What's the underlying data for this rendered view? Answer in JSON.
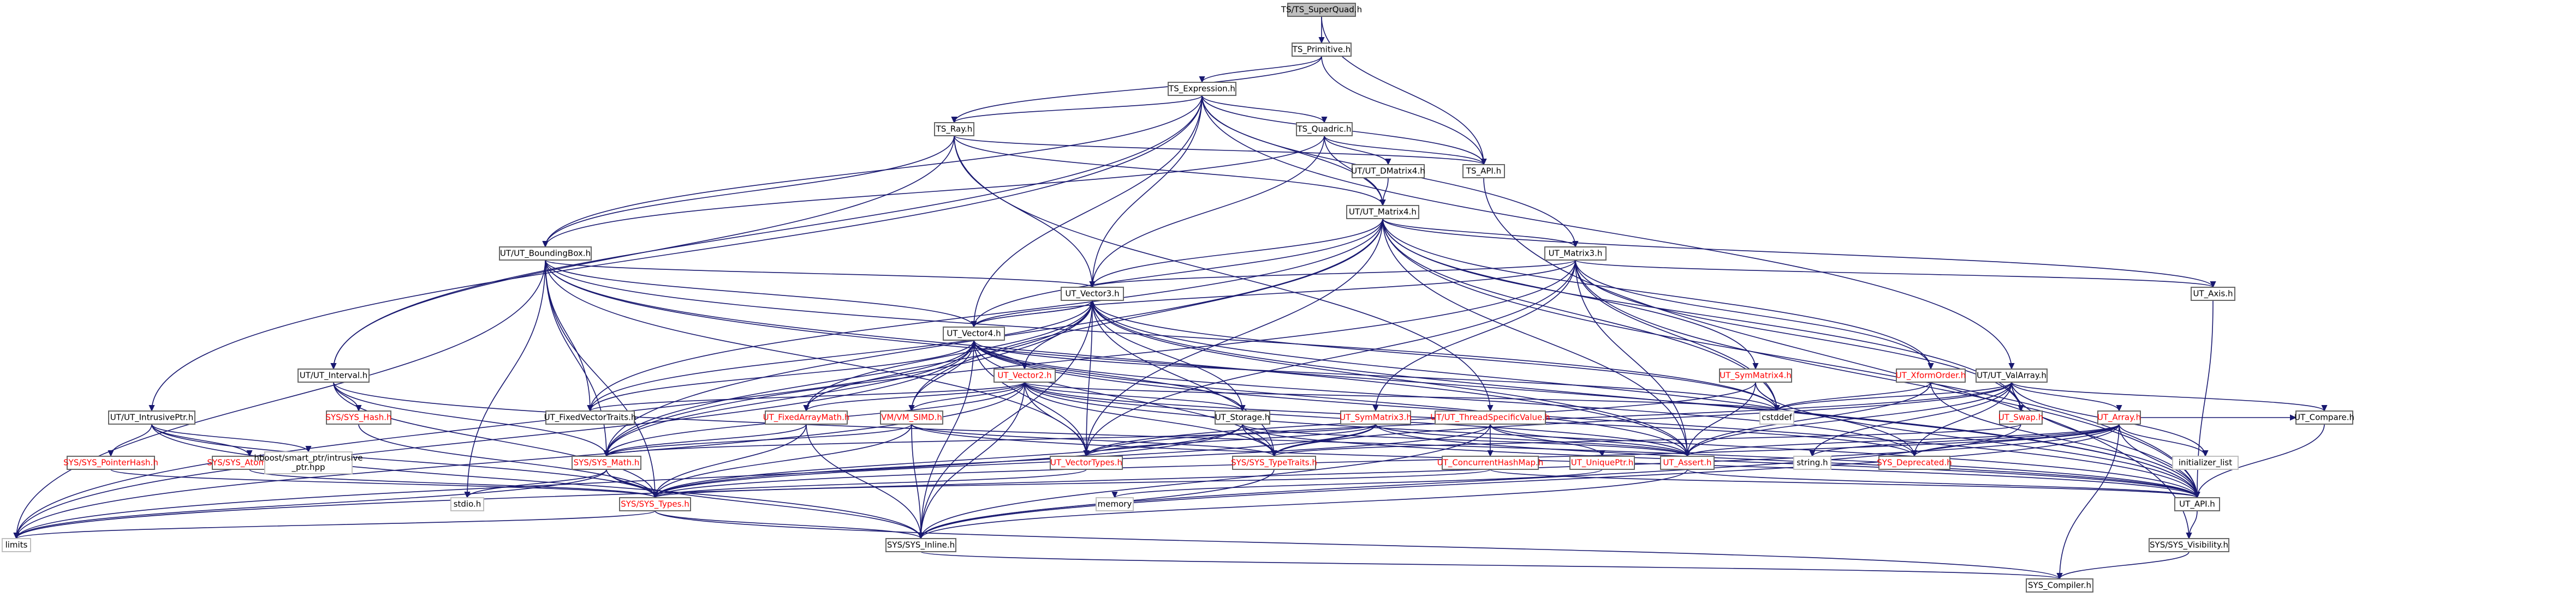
{
  "nodes": [
    {
      "id": "superquad",
      "label": "TS/TS_SuperQuad.h",
      "color": "black",
      "root": true
    },
    {
      "id": "primitive",
      "label": "TS_Primitive.h",
      "color": "black"
    },
    {
      "id": "expression",
      "label": "TS_Expression.h",
      "color": "black"
    },
    {
      "id": "ray",
      "label": "TS_Ray.h",
      "color": "black"
    },
    {
      "id": "quadric",
      "label": "TS_Quadric.h",
      "color": "black"
    },
    {
      "id": "tsapi",
      "label": "TS_API.h",
      "color": "black"
    },
    {
      "id": "dmatrix4",
      "label": "UT/UT_DMatrix4.h",
      "color": "black"
    },
    {
      "id": "matrix4",
      "label": "UT/UT_Matrix4.h",
      "color": "black"
    },
    {
      "id": "boundingbox",
      "label": "UT/UT_BoundingBox.h",
      "color": "black"
    },
    {
      "id": "matrix3",
      "label": "UT_Matrix3.h",
      "color": "black"
    },
    {
      "id": "vector3",
      "label": "UT_Vector3.h",
      "color": "black"
    },
    {
      "id": "axis",
      "label": "UT_Axis.h",
      "color": "black"
    },
    {
      "id": "vector4",
      "label": "UT_Vector4.h",
      "color": "black"
    },
    {
      "id": "interval",
      "label": "UT/UT_Interval.h",
      "color": "black"
    },
    {
      "id": "intrusiveptr",
      "label": "UT/UT_IntrusivePtr.h",
      "color": "black"
    },
    {
      "id": "syshash",
      "label": "SYS/SYS_Hash.h",
      "color": "red"
    },
    {
      "id": "vector2",
      "label": "UT_Vector2.h",
      "color": "red"
    },
    {
      "id": "symmatrix4",
      "label": "UT_SymMatrix4.h",
      "color": "red"
    },
    {
      "id": "xformorder",
      "label": "UT_XformOrder.h",
      "color": "red"
    },
    {
      "id": "valarray",
      "label": "UT/UT_ValArray.h",
      "color": "black"
    },
    {
      "id": "fixedvectortraits",
      "label": "UT_FixedVectorTraits.h",
      "color": "black"
    },
    {
      "id": "fixedarraymath",
      "label": "UT_FixedArrayMath.h",
      "color": "red"
    },
    {
      "id": "vmsimd",
      "label": "VM/VM_SIMD.h",
      "color": "red"
    },
    {
      "id": "storage",
      "label": "UT_Storage.h",
      "color": "black"
    },
    {
      "id": "symmatrix3",
      "label": "UT_SymMatrix3.h",
      "color": "red"
    },
    {
      "id": "threadspecific",
      "label": "UT/UT_ThreadSpecificValue.h",
      "color": "red"
    },
    {
      "id": "offsetof",
      "label": "cstddef",
      "color": "black",
      "plain": true
    },
    {
      "id": "swap",
      "label": "UT_Swap.h",
      "color": "red"
    },
    {
      "id": "array",
      "label": "UT_Array.h",
      "color": "red"
    },
    {
      "id": "compare",
      "label": "UT_Compare.h",
      "color": "black"
    },
    {
      "id": "pointerhash",
      "label": "SYS/SYS_PointerHash.h",
      "color": "red"
    },
    {
      "id": "atomicint",
      "label": "SYS/SYS_AtomicInt.h",
      "color": "red"
    },
    {
      "id": "boostptr",
      "label": "hboost/smart_ptr/intrusive\n_ptr.hpp",
      "color": "black",
      "plain": true
    },
    {
      "id": "sysmath",
      "label": "SYS/SYS_Math.h",
      "color": "red"
    },
    {
      "id": "vectortypes",
      "label": "UT_VectorTypes.h",
      "color": "red"
    },
    {
      "id": "typetraits",
      "label": "SYS/SYS_TypeTraits.h",
      "color": "red"
    },
    {
      "id": "concurrenthashmap",
      "label": "UT_ConcurrentHashMap.h",
      "color": "red"
    },
    {
      "id": "uniqueptr",
      "label": "UT_UniquePtr.h",
      "color": "red"
    },
    {
      "id": "utassert",
      "label": "UT_Assert.h",
      "color": "red"
    },
    {
      "id": "string",
      "label": "string.h",
      "color": "black",
      "plain": true
    },
    {
      "id": "deprecated",
      "label": "SYS_Deprecated.h",
      "color": "red"
    },
    {
      "id": "initlist",
      "label": "initializer_list",
      "color": "black",
      "plain": true
    },
    {
      "id": "stdio",
      "label": "stdio.h",
      "color": "black",
      "plain": true
    },
    {
      "id": "memory",
      "label": "memory",
      "color": "black",
      "plain": true
    },
    {
      "id": "systypes",
      "label": "SYS/SYS_Types.h",
      "color": "red"
    },
    {
      "id": "utapi",
      "label": "UT_API.h",
      "color": "black"
    },
    {
      "id": "limits",
      "label": "limits",
      "color": "black",
      "plain": true
    },
    {
      "id": "sysinline",
      "label": "SYS/SYS_Inline.h",
      "color": "black"
    },
    {
      "id": "visibility",
      "label": "SYS/SYS_Visibility.h",
      "color": "black"
    },
    {
      "id": "compiler",
      "label": "SYS_Compiler.h",
      "color": "black"
    }
  ],
  "edges": [
    [
      "superquad",
      "primitive"
    ],
    [
      "superquad",
      "tsapi"
    ],
    [
      "primitive",
      "expression"
    ],
    [
      "primitive",
      "ray"
    ],
    [
      "primitive",
      "tsapi"
    ],
    [
      "expression",
      "ray"
    ],
    [
      "expression",
      "quadric"
    ],
    [
      "expression",
      "tsapi"
    ],
    [
      "expression",
      "matrix4"
    ],
    [
      "expression",
      "boundingbox"
    ],
    [
      "expression",
      "matrix3"
    ],
    [
      "expression",
      "vector3"
    ],
    [
      "expression",
      "vector4"
    ],
    [
      "expression",
      "interval"
    ],
    [
      "expression",
      "intrusiveptr"
    ],
    [
      "expression",
      "valarray"
    ],
    [
      "ray",
      "tsapi"
    ],
    [
      "ray",
      "boundingbox"
    ],
    [
      "ray",
      "vector3"
    ],
    [
      "ray",
      "matrix4"
    ],
    [
      "ray",
      "threadspecific"
    ],
    [
      "ray",
      "interval"
    ],
    [
      "quadric",
      "dmatrix4"
    ],
    [
      "quadric",
      "tsapi"
    ],
    [
      "quadric",
      "matrix4"
    ],
    [
      "quadric",
      "vector3"
    ],
    [
      "quadric",
      "boundingbox"
    ],
    [
      "tsapi",
      "visibility"
    ],
    [
      "dmatrix4",
      "matrix4"
    ],
    [
      "matrix4",
      "matrix3"
    ],
    [
      "matrix4",
      "vector3"
    ],
    [
      "matrix4",
      "vector4"
    ],
    [
      "matrix4",
      "axis"
    ],
    [
      "matrix4",
      "symmatrix4"
    ],
    [
      "matrix4",
      "xformorder"
    ],
    [
      "matrix4",
      "utassert"
    ],
    [
      "matrix4",
      "utapi"
    ],
    [
      "matrix4",
      "offsetof"
    ],
    [
      "matrix4",
      "vectortypes"
    ],
    [
      "matrix4",
      "fixedvectortraits"
    ],
    [
      "matrix4",
      "sysmath"
    ],
    [
      "matrix4",
      "vmsimd"
    ],
    [
      "matrix4",
      "swap"
    ],
    [
      "boundingbox",
      "vector3"
    ],
    [
      "boundingbox",
      "vector4"
    ],
    [
      "boundingbox",
      "utapi"
    ],
    [
      "boundingbox",
      "sysmath"
    ],
    [
      "boundingbox",
      "limits"
    ],
    [
      "boundingbox",
      "stdio"
    ],
    [
      "boundingbox",
      "vectortypes"
    ],
    [
      "boundingbox",
      "fixedvectortraits"
    ],
    [
      "boundingbox",
      "systypes"
    ],
    [
      "boundingbox",
      "offsetof"
    ],
    [
      "boundingbox",
      "utassert"
    ],
    [
      "matrix3",
      "vector3"
    ],
    [
      "matrix3",
      "vector4"
    ],
    [
      "matrix3",
      "axis"
    ],
    [
      "matrix3",
      "symmatrix3"
    ],
    [
      "matrix3",
      "xformorder"
    ],
    [
      "matrix3",
      "utassert"
    ],
    [
      "matrix3",
      "utapi"
    ],
    [
      "matrix3",
      "offsetof"
    ],
    [
      "matrix3",
      "vectortypes"
    ],
    [
      "matrix3",
      "swap"
    ],
    [
      "matrix3",
      "sysmath"
    ],
    [
      "vector3",
      "vector4"
    ],
    [
      "vector3",
      "vector2"
    ],
    [
      "vector3",
      "utapi"
    ],
    [
      "vector3",
      "storage"
    ],
    [
      "vector3",
      "fixedvectortraits"
    ],
    [
      "vector3",
      "fixedarraymath"
    ],
    [
      "vector3",
      "vectortypes"
    ],
    [
      "vector3",
      "sysmath"
    ],
    [
      "vector3",
      "typetraits"
    ],
    [
      "vector3",
      "utassert"
    ],
    [
      "vector3",
      "offsetof"
    ],
    [
      "vector3",
      "limits"
    ],
    [
      "vector3",
      "sysinline"
    ],
    [
      "vector3",
      "deprecated"
    ],
    [
      "vector4",
      "vector2"
    ],
    [
      "vector4",
      "vector3"
    ],
    [
      "vector4",
      "vmsimd"
    ],
    [
      "vector4",
      "storage"
    ],
    [
      "vector4",
      "fixedvectortraits"
    ],
    [
      "vector4",
      "fixedarraymath"
    ],
    [
      "vector4",
      "vectortypes"
    ],
    [
      "vector4",
      "sysmath"
    ],
    [
      "vector4",
      "utassert"
    ],
    [
      "vector4",
      "utapi"
    ],
    [
      "vector4",
      "offsetof"
    ],
    [
      "vector4",
      "limits"
    ],
    [
      "vector4",
      "sysinline"
    ],
    [
      "vector4",
      "typetraits"
    ],
    [
      "vector4",
      "deprecated"
    ],
    [
      "axis",
      "utapi"
    ],
    [
      "interval",
      "syshash"
    ],
    [
      "interval",
      "utapi"
    ],
    [
      "interval",
      "sysmath"
    ],
    [
      "interval",
      "systypes"
    ],
    [
      "intrusiveptr",
      "pointerhash"
    ],
    [
      "intrusiveptr",
      "atomicint"
    ],
    [
      "intrusiveptr",
      "boostptr"
    ],
    [
      "intrusiveptr",
      "sysinline"
    ],
    [
      "intrusiveptr",
      "systypes"
    ],
    [
      "syshash",
      "systypes"
    ],
    [
      "vector2",
      "storage"
    ],
    [
      "vector2",
      "fixedvectortraits"
    ],
    [
      "vector2",
      "fixedarraymath"
    ],
    [
      "vector2",
      "vmsimd"
    ],
    [
      "vector2",
      "vectortypes"
    ],
    [
      "vector2",
      "sysmath"
    ],
    [
      "vector2",
      "typetraits"
    ],
    [
      "vector2",
      "utassert"
    ],
    [
      "vector2",
      "utapi"
    ],
    [
      "vector2",
      "offsetof"
    ],
    [
      "vector2",
      "limits"
    ],
    [
      "vector2",
      "sysinline"
    ],
    [
      "vector2",
      "deprecated"
    ],
    [
      "symmatrix4",
      "offsetof"
    ],
    [
      "symmatrix4",
      "utassert"
    ],
    [
      "symmatrix4",
      "vectortypes"
    ],
    [
      "symmatrix4",
      "utapi"
    ],
    [
      "xformorder",
      "utapi"
    ],
    [
      "xformorder",
      "offsetof"
    ],
    [
      "xformorder",
      "utassert"
    ],
    [
      "valarray",
      "array"
    ],
    [
      "valarray",
      "swap"
    ],
    [
      "valarray",
      "compare"
    ],
    [
      "valarray",
      "utassert"
    ],
    [
      "valarray",
      "utapi"
    ],
    [
      "valarray",
      "string"
    ],
    [
      "valarray",
      "initlist"
    ],
    [
      "valarray",
      "deprecated"
    ],
    [
      "valarray",
      "vectortypes"
    ],
    [
      "valarray",
      "typetraits"
    ],
    [
      "valarray",
      "offsetof"
    ],
    [
      "fixedarraymath",
      "systypes"
    ],
    [
      "fixedarraymath",
      "sysmath"
    ],
    [
      "fixedarraymath",
      "sysinline"
    ],
    [
      "vmsimd",
      "systypes"
    ],
    [
      "vmsimd",
      "sysmath"
    ],
    [
      "vmsimd",
      "sysinline"
    ],
    [
      "vmsimd",
      "utapi"
    ],
    [
      "vmsimd",
      "typetraits"
    ],
    [
      "storage",
      "typetraits"
    ],
    [
      "storage",
      "systypes"
    ],
    [
      "storage",
      "utapi"
    ],
    [
      "storage",
      "utassert"
    ],
    [
      "storage",
      "limits"
    ],
    [
      "symmatrix3",
      "vectortypes"
    ],
    [
      "symmatrix3",
      "utassert"
    ],
    [
      "symmatrix3",
      "systypes"
    ],
    [
      "symmatrix3",
      "sysmath"
    ],
    [
      "symmatrix3",
      "utapi"
    ],
    [
      "symmatrix3",
      "typetraits"
    ],
    [
      "threadspecific",
      "concurrenthashmap"
    ],
    [
      "threadspecific",
      "uniqueptr"
    ],
    [
      "threadspecific",
      "utassert"
    ],
    [
      "threadspecific",
      "systypes"
    ],
    [
      "threadspecific",
      "sysinline"
    ],
    [
      "swap",
      "typetraits"
    ],
    [
      "swap",
      "sysinline"
    ],
    [
      "array",
      "utassert"
    ],
    [
      "array",
      "utapi"
    ],
    [
      "array",
      "compare"
    ],
    [
      "array",
      "string"
    ],
    [
      "array",
      "initlist"
    ],
    [
      "array",
      "limits"
    ],
    [
      "array",
      "sysinline"
    ],
    [
      "array",
      "deprecated"
    ],
    [
      "array",
      "compiler"
    ],
    [
      "array",
      "systypes"
    ],
    [
      "compare",
      "utapi"
    ],
    [
      "pointerhash",
      "systypes"
    ],
    [
      "atomicint",
      "systypes"
    ],
    [
      "sysmath",
      "systypes"
    ],
    [
      "sysmath",
      "stdio"
    ],
    [
      "sysmath",
      "limits"
    ],
    [
      "sysmath",
      "sysinline"
    ],
    [
      "vectortypes",
      "systypes"
    ],
    [
      "typetraits",
      "sysinline"
    ],
    [
      "concurrenthashmap",
      "systypes"
    ],
    [
      "concurrenthashmap",
      "utapi"
    ],
    [
      "uniqueptr",
      "memory"
    ],
    [
      "utassert",
      "utapi"
    ],
    [
      "utassert",
      "sysinline"
    ],
    [
      "systypes",
      "limits"
    ],
    [
      "systypes",
      "sysinline"
    ],
    [
      "systypes",
      "compiler"
    ],
    [
      "utapi",
      "visibility"
    ],
    [
      "visibility",
      "compiler"
    ],
    [
      "sysinline",
      "compiler"
    ]
  ]
}
